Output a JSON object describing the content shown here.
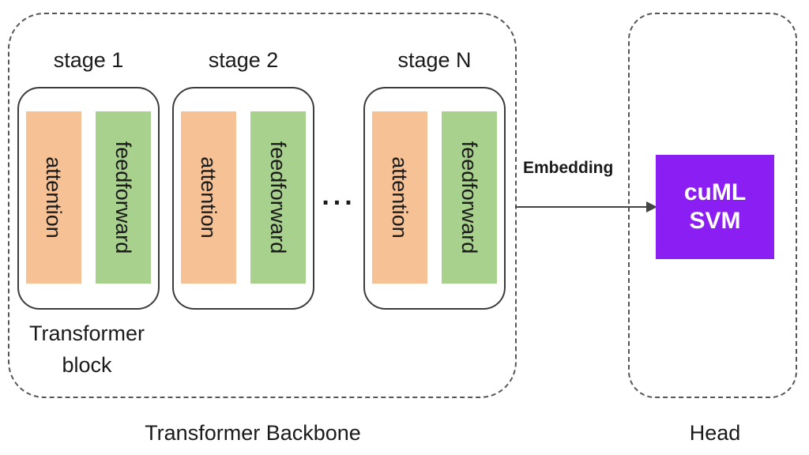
{
  "backbone": {
    "label": "Transformer Backbone",
    "block_caption": [
      "Transformer",
      "block"
    ],
    "ellipsis": "...",
    "stages": [
      {
        "label": "stage 1",
        "layers": [
          "attention",
          "feedforward"
        ]
      },
      {
        "label": "stage 2",
        "layers": [
          "attention",
          "feedforward"
        ]
      },
      {
        "label": "stage N",
        "layers": [
          "attention",
          "feedforward"
        ]
      }
    ]
  },
  "connector": {
    "label": "Embedding"
  },
  "head": {
    "label": "Head",
    "model_lines": [
      "cuML",
      "SVM"
    ]
  },
  "colors": {
    "attention": "#f6c295",
    "feedforward": "#a9d18e",
    "svm": "#8b1ef2",
    "outline": "#3c3c3c",
    "dashed": "#555555"
  }
}
